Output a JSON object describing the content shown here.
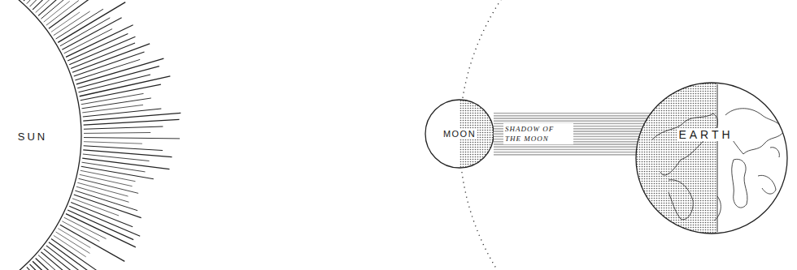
{
  "diagram": {
    "nodes": [
      {
        "text": [
          "SUN"
        ]
      },
      {
        "text": [
          "MOON"
        ]
      },
      {
        "text": [
          "SHADOW OF THE MOON"
        ]
      },
      {
        "text": [
          "EARTH"
        ]
      }
    ]
  }
}
